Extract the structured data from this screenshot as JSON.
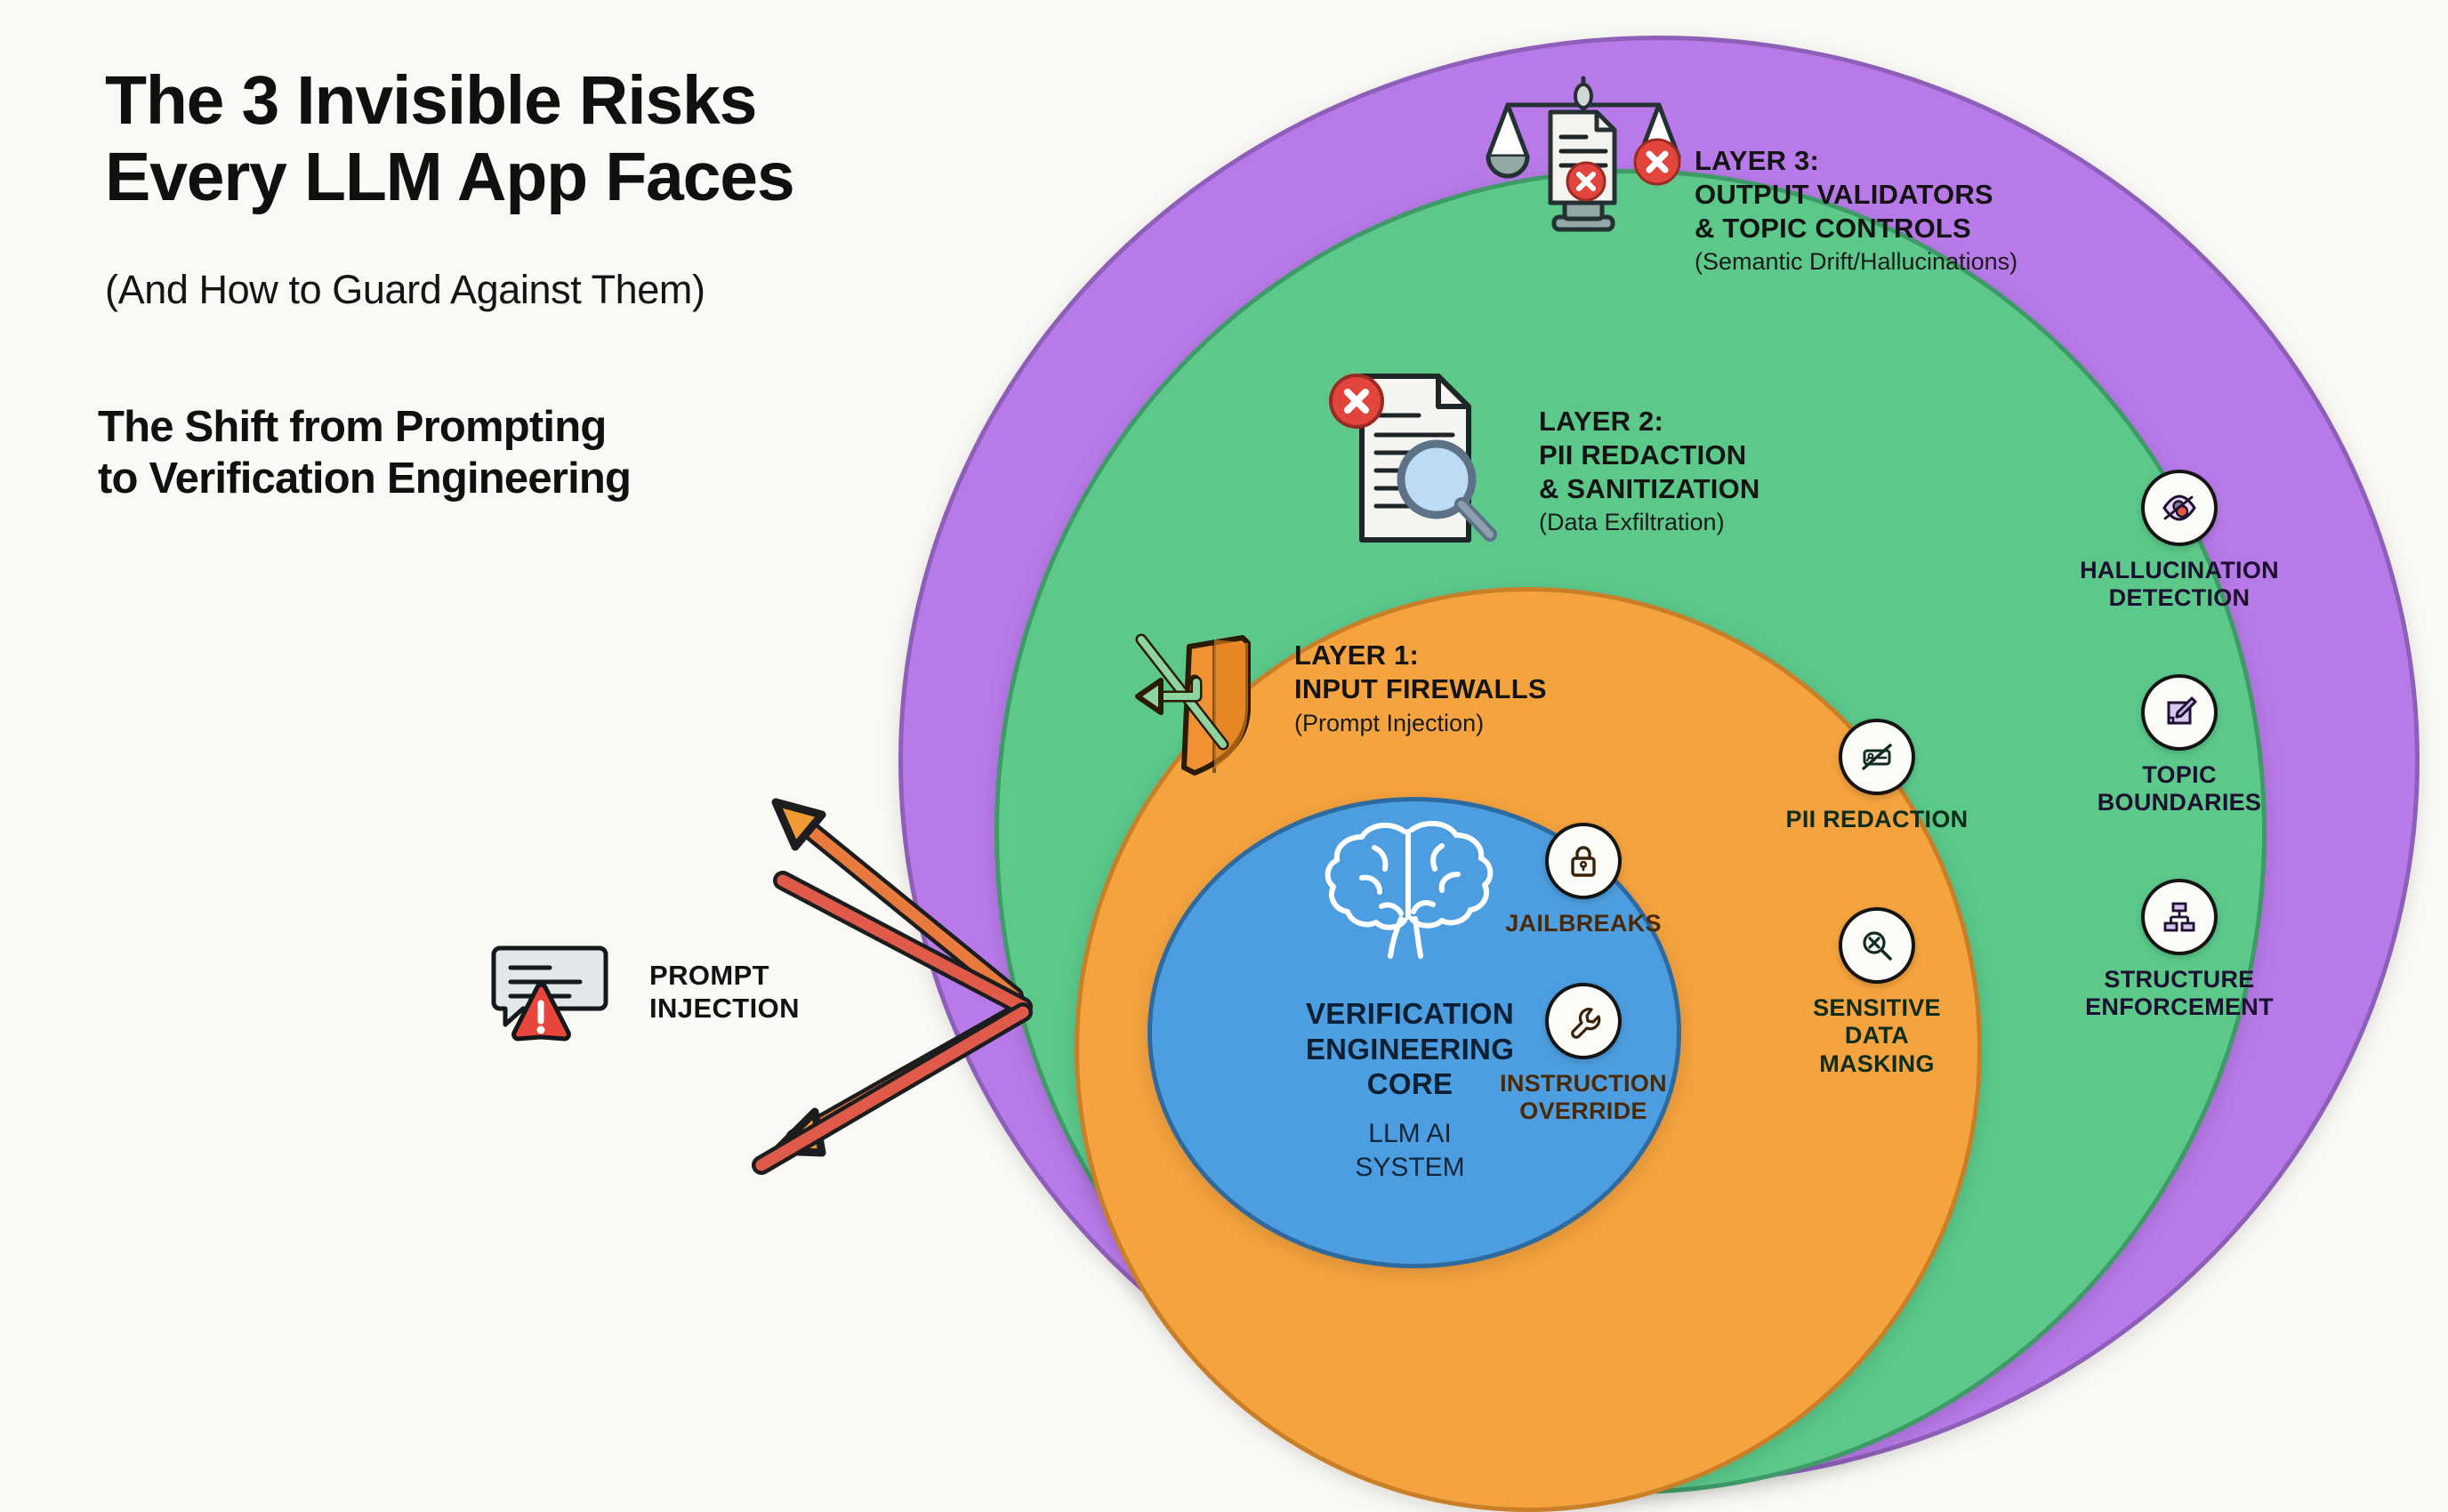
{
  "headline": {
    "line1": "The 3 Invisible Risks",
    "line2": "Every LLM App Faces",
    "subtitle": "(And How to Guard Against Them)"
  },
  "shift_heading": {
    "line1": "The Shift from Prompting",
    "line2": "to Verification Engineering"
  },
  "colors": {
    "background": "#faf9f5",
    "layer3_purple": "#b87ae8",
    "layer2_green": "#5cc98b",
    "layer1_orange": "#f5a33f",
    "core_blue": "#4d9ee0",
    "threat_red": "#e0563f",
    "alert_red": "#e8453c"
  },
  "core": {
    "icon": "brain-icon",
    "title_line1": "VERIFICATION",
    "title_line2": "ENGINEERING",
    "title_line3": "CORE",
    "subtitle_line1": "LLM AI",
    "subtitle_line2": "SYSTEM"
  },
  "layers": [
    {
      "id": "layer1",
      "icon": "shield-deflect-icon",
      "head_line1": "LAYER 1:",
      "head_line2": "INPUT FIREWALLS",
      "sub": "(Prompt Injection)",
      "color": "#f5a33f"
    },
    {
      "id": "layer2",
      "icon": "document-magnifier-error-icon",
      "head_line1": "LAYER 2:",
      "head_line2": "PII REDACTION",
      "head_line3": "& SANITIZATION",
      "sub": "(Data Exfiltration)",
      "color": "#5cc98b"
    },
    {
      "id": "layer3",
      "icon": "balance-scale-document-error-icon",
      "head_line1": "LAYER 3:",
      "head_line2": "OUTPUT VALIDATORS",
      "head_line3": "& TOPIC CONTROLS",
      "sub": "(Semantic Drift/Hallucinations)",
      "color": "#b87ae8"
    }
  ],
  "chips": {
    "orange": [
      {
        "icon": "lock-icon",
        "label_line1": "JAILBREAKS",
        "label_line2": ""
      },
      {
        "icon": "wrench-icon",
        "label_line1": "INSTRUCTION",
        "label_line2": "OVERRIDE"
      }
    ],
    "green": [
      {
        "icon": "card-crossed-out-icon",
        "label_line1": "PII REDACTION",
        "label_line2": "",
        "label_line3": ""
      },
      {
        "icon": "magnifier-x-icon",
        "label_line1": "SENSITIVE",
        "label_line2": "DATA",
        "label_line3": "MASKING"
      }
    ],
    "purple": [
      {
        "icon": "eye-icon",
        "label_line1": "HALLUCINATION",
        "label_line2": "DETECTION"
      },
      {
        "icon": "edit-square-icon",
        "label_line1": "TOPIC",
        "label_line2": "BOUNDARIES"
      },
      {
        "icon": "org-chart-icon",
        "label_line1": "STRUCTURE",
        "label_line2": "ENFORCEMENT"
      }
    ]
  },
  "threat": {
    "icon": "chat-warning-icon",
    "label_line1": "PROMPT",
    "label_line2": "INJECTION",
    "arrows": "deflected-attack-arrows"
  }
}
